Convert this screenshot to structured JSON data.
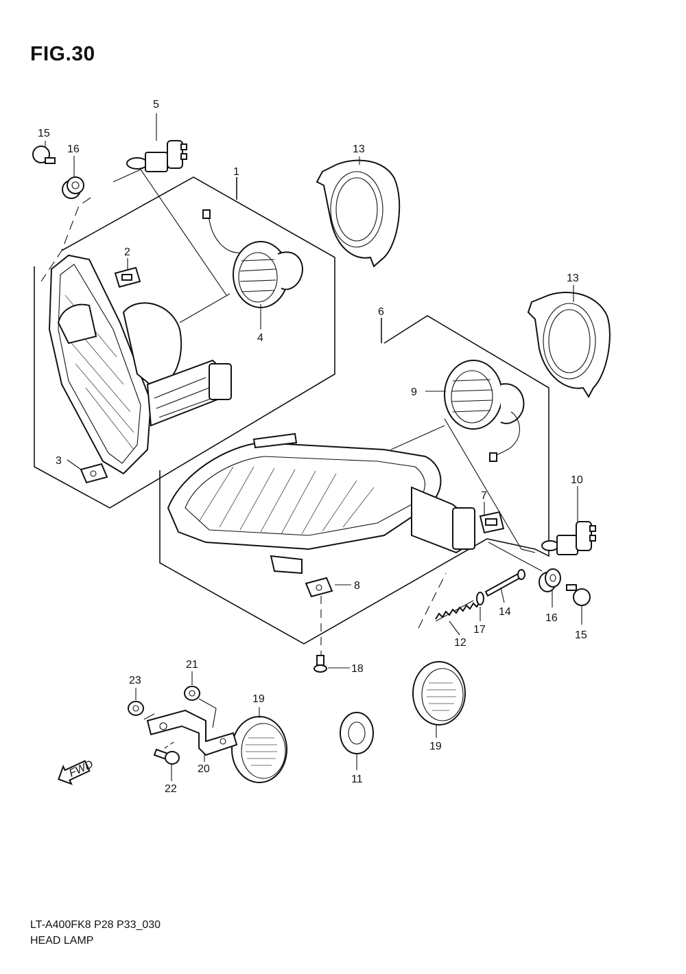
{
  "figure": {
    "title": "FIG.30",
    "model_code": "LT-A400FK8 P28 P33_030",
    "section_name": "HEAD LAMP"
  },
  "fwd_badge": "FWD",
  "callouts": [
    {
      "id": "c1",
      "label": "1"
    },
    {
      "id": "c2",
      "label": "2"
    },
    {
      "id": "c3",
      "label": "3"
    },
    {
      "id": "c4",
      "label": "4"
    },
    {
      "id": "c5",
      "label": "5"
    },
    {
      "id": "c6",
      "label": "6"
    },
    {
      "id": "c7",
      "label": "7"
    },
    {
      "id": "c8",
      "label": "8"
    },
    {
      "id": "c9",
      "label": "9"
    },
    {
      "id": "c10",
      "label": "10"
    },
    {
      "id": "c11",
      "label": "11"
    },
    {
      "id": "c12",
      "label": "12"
    },
    {
      "id": "c13a",
      "label": "13"
    },
    {
      "id": "c13b",
      "label": "13"
    },
    {
      "id": "c14",
      "label": "14"
    },
    {
      "id": "c15a",
      "label": "15"
    },
    {
      "id": "c15b",
      "label": "15"
    },
    {
      "id": "c16a",
      "label": "16"
    },
    {
      "id": "c16b",
      "label": "16"
    },
    {
      "id": "c17",
      "label": "17"
    },
    {
      "id": "c18",
      "label": "18"
    },
    {
      "id": "c19a",
      "label": "19"
    },
    {
      "id": "c19b",
      "label": "19"
    },
    {
      "id": "c20",
      "label": "20"
    },
    {
      "id": "c21",
      "label": "21"
    },
    {
      "id": "c22",
      "label": "22"
    },
    {
      "id": "c23",
      "label": "23"
    }
  ]
}
